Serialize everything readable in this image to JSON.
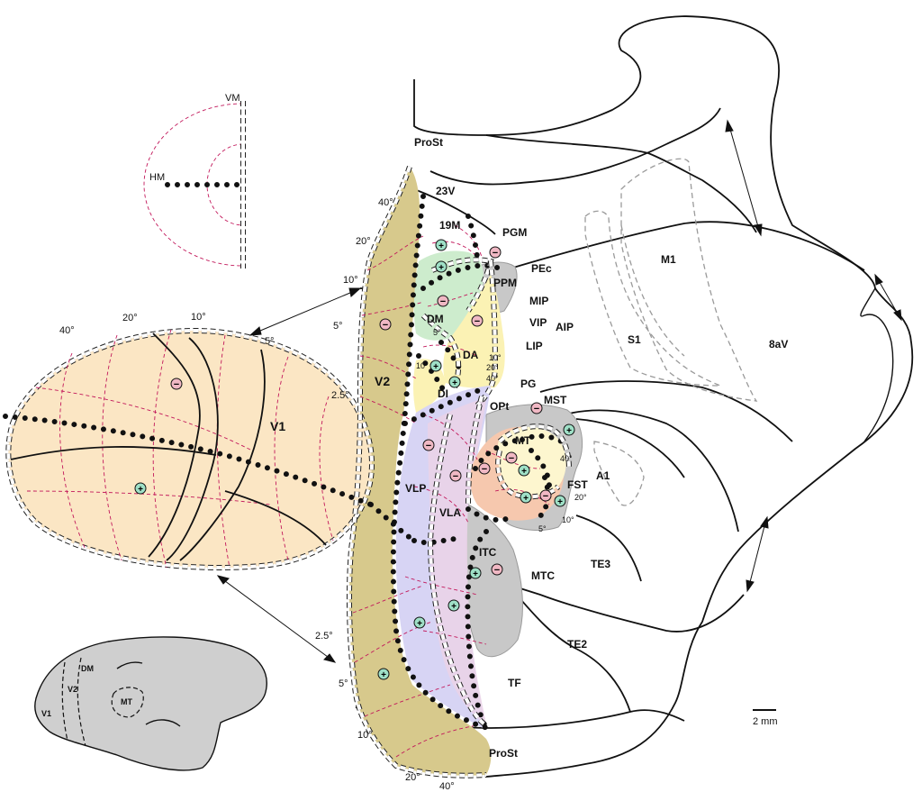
{
  "areas": {
    "v1": "V1",
    "v2": "V2",
    "prost_top": "ProSt",
    "prost_bottom": "ProSt",
    "a23v": "23V",
    "a19m": "19M",
    "pgm": "PGM",
    "pec": "PEc",
    "ppm": "PPM",
    "mip": "MIP",
    "vip": "VIP",
    "aip": "AIP",
    "lip": "LIP",
    "dm": "DM",
    "da": "DA",
    "di": "DI",
    "pg": "PG",
    "opt": "OPt",
    "mst": "MST",
    "mt": "MT",
    "fst": "FST",
    "mtc": "MTC",
    "vlp": "VLP",
    "vla": "VLA",
    "itc": "ITC",
    "te3": "TE3",
    "te2": "TE2",
    "tf": "TF",
    "a1": "A1",
    "m1": "M1",
    "s1": "S1",
    "a8av": "8aV"
  },
  "legend": {
    "vm": "VM",
    "hm": "HM"
  },
  "eccentricity": {
    "v1_40": "40°",
    "v1_20": "20°",
    "v1_10": "10°",
    "v1_5": "5°",
    "v2_40_top": "40°",
    "v2_20_top": "20°",
    "v2_10_top": "10°",
    "v2_5_top": "5°",
    "v2_25_top": "2.5°",
    "v2_25_bottom": "2.5°",
    "v2_5_bottom": "5°",
    "v2_10_bottom": "10°",
    "v2_20_bottom": "20°",
    "v2_40_bottom": "40°",
    "dm_5": "5°",
    "dm_10": "10°",
    "da_10": "10°",
    "da_20": "20°",
    "da_40": "40°",
    "mt_40": "40°",
    "fst_20": "20°",
    "fst_10": "10°",
    "mtc_5": "5°"
  },
  "signs": {
    "plus": "+",
    "minus": "−"
  },
  "inset": {
    "dm": "DM",
    "v2": "V2",
    "v1": "V1",
    "mt": "MT"
  },
  "scale_bar": {
    "label": "2 mm"
  },
  "colors": {
    "v1_fill": "#fbe6c4",
    "v2_fill": "#d7c98c",
    "dm_fill": "#cdeccd",
    "da_fill": "#fbf2b4",
    "ventral_fill": "#d7d4f4",
    "vla_fill": "#ead3e8",
    "mt_fill": "#fdf6cf",
    "mtc_fill": "#f6c8ae",
    "grey_fill": "#c8c8c8",
    "plus_fill": "#9fe0c7",
    "minus_fill": "#f0b8c4",
    "inset_fill": "#cfcfcf"
  }
}
